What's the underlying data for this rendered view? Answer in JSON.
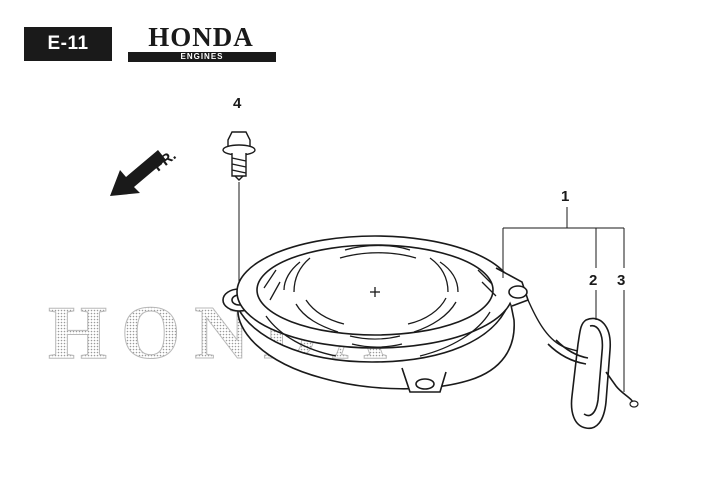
{
  "header": {
    "page_code": "E-11",
    "brand_name": "HONDA",
    "brand_sub": "ENGINES"
  },
  "diagram": {
    "watermark": "HONDA",
    "front_label": "FR.",
    "callouts": [
      {
        "id": "1",
        "label": "1"
      },
      {
        "id": "2",
        "label": "2"
      },
      {
        "id": "3",
        "label": "3"
      },
      {
        "id": "4",
        "label": "4"
      }
    ]
  },
  "colors": {
    "ink": "#1a1a1a",
    "watermark": "#b9b9b9"
  }
}
